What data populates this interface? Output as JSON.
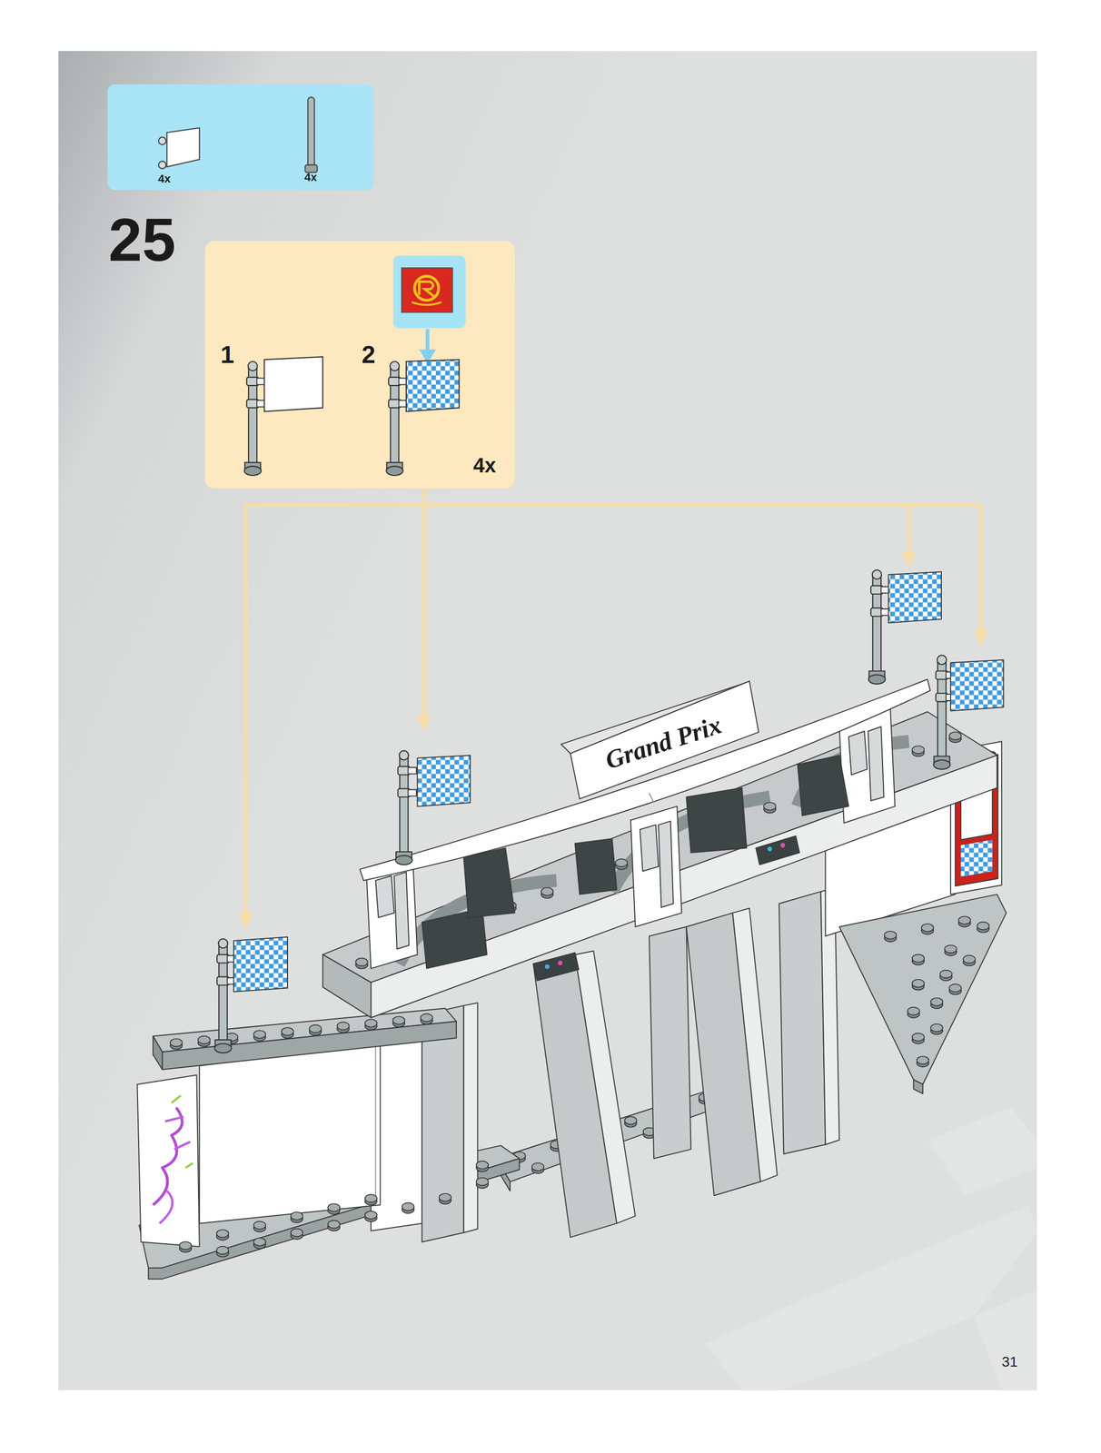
{
  "diagram": {
    "nodes": [
      {
        "text": [
          "4x",
          "4x"
        ]
      },
      {
        "text": [
          "1",
          "2",
          "4x"
        ]
      }
    ],
    "labels": [
      "25",
      "Grand Prix",
      "31"
    ]
  }
}
